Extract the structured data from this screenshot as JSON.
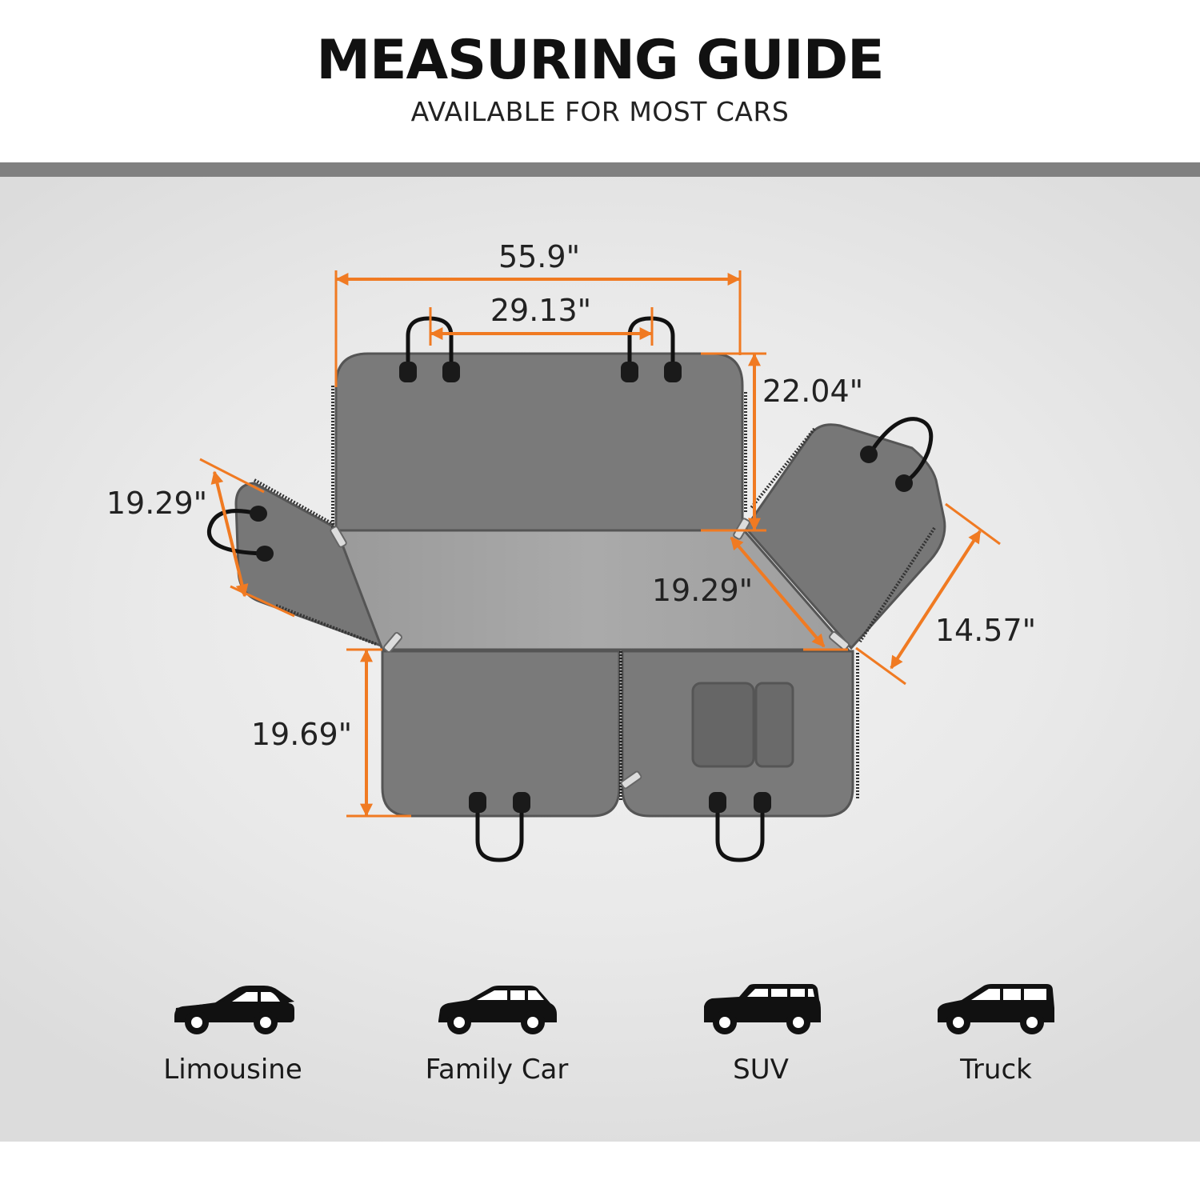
{
  "header": {
    "title": "MEASURING GUIDE",
    "subtitle": "AVAILABLE FOR MOST CARS"
  },
  "colors": {
    "accent": "#f07a22",
    "cover_dark": "#7a7a7a",
    "cover_light": "#a8a8a8",
    "outline": "#555555",
    "strap": "#111111"
  },
  "dimensions": {
    "total_width": "55.9\"",
    "headrest_spacing": "29.13\"",
    "backrest_height": "22.04\"",
    "left_flap": "19.29\"",
    "right_flap_width": "19.29\"",
    "right_flap_height": "14.57\"",
    "front_height": "19.69\""
  },
  "vehicles": [
    {
      "label": "Limousine",
      "icon": "sedan-car-icon"
    },
    {
      "label": "Family Car",
      "icon": "hatchback-car-icon"
    },
    {
      "label": "SUV",
      "icon": "suv-car-icon"
    },
    {
      "label": "Truck",
      "icon": "minivan-car-icon"
    }
  ]
}
